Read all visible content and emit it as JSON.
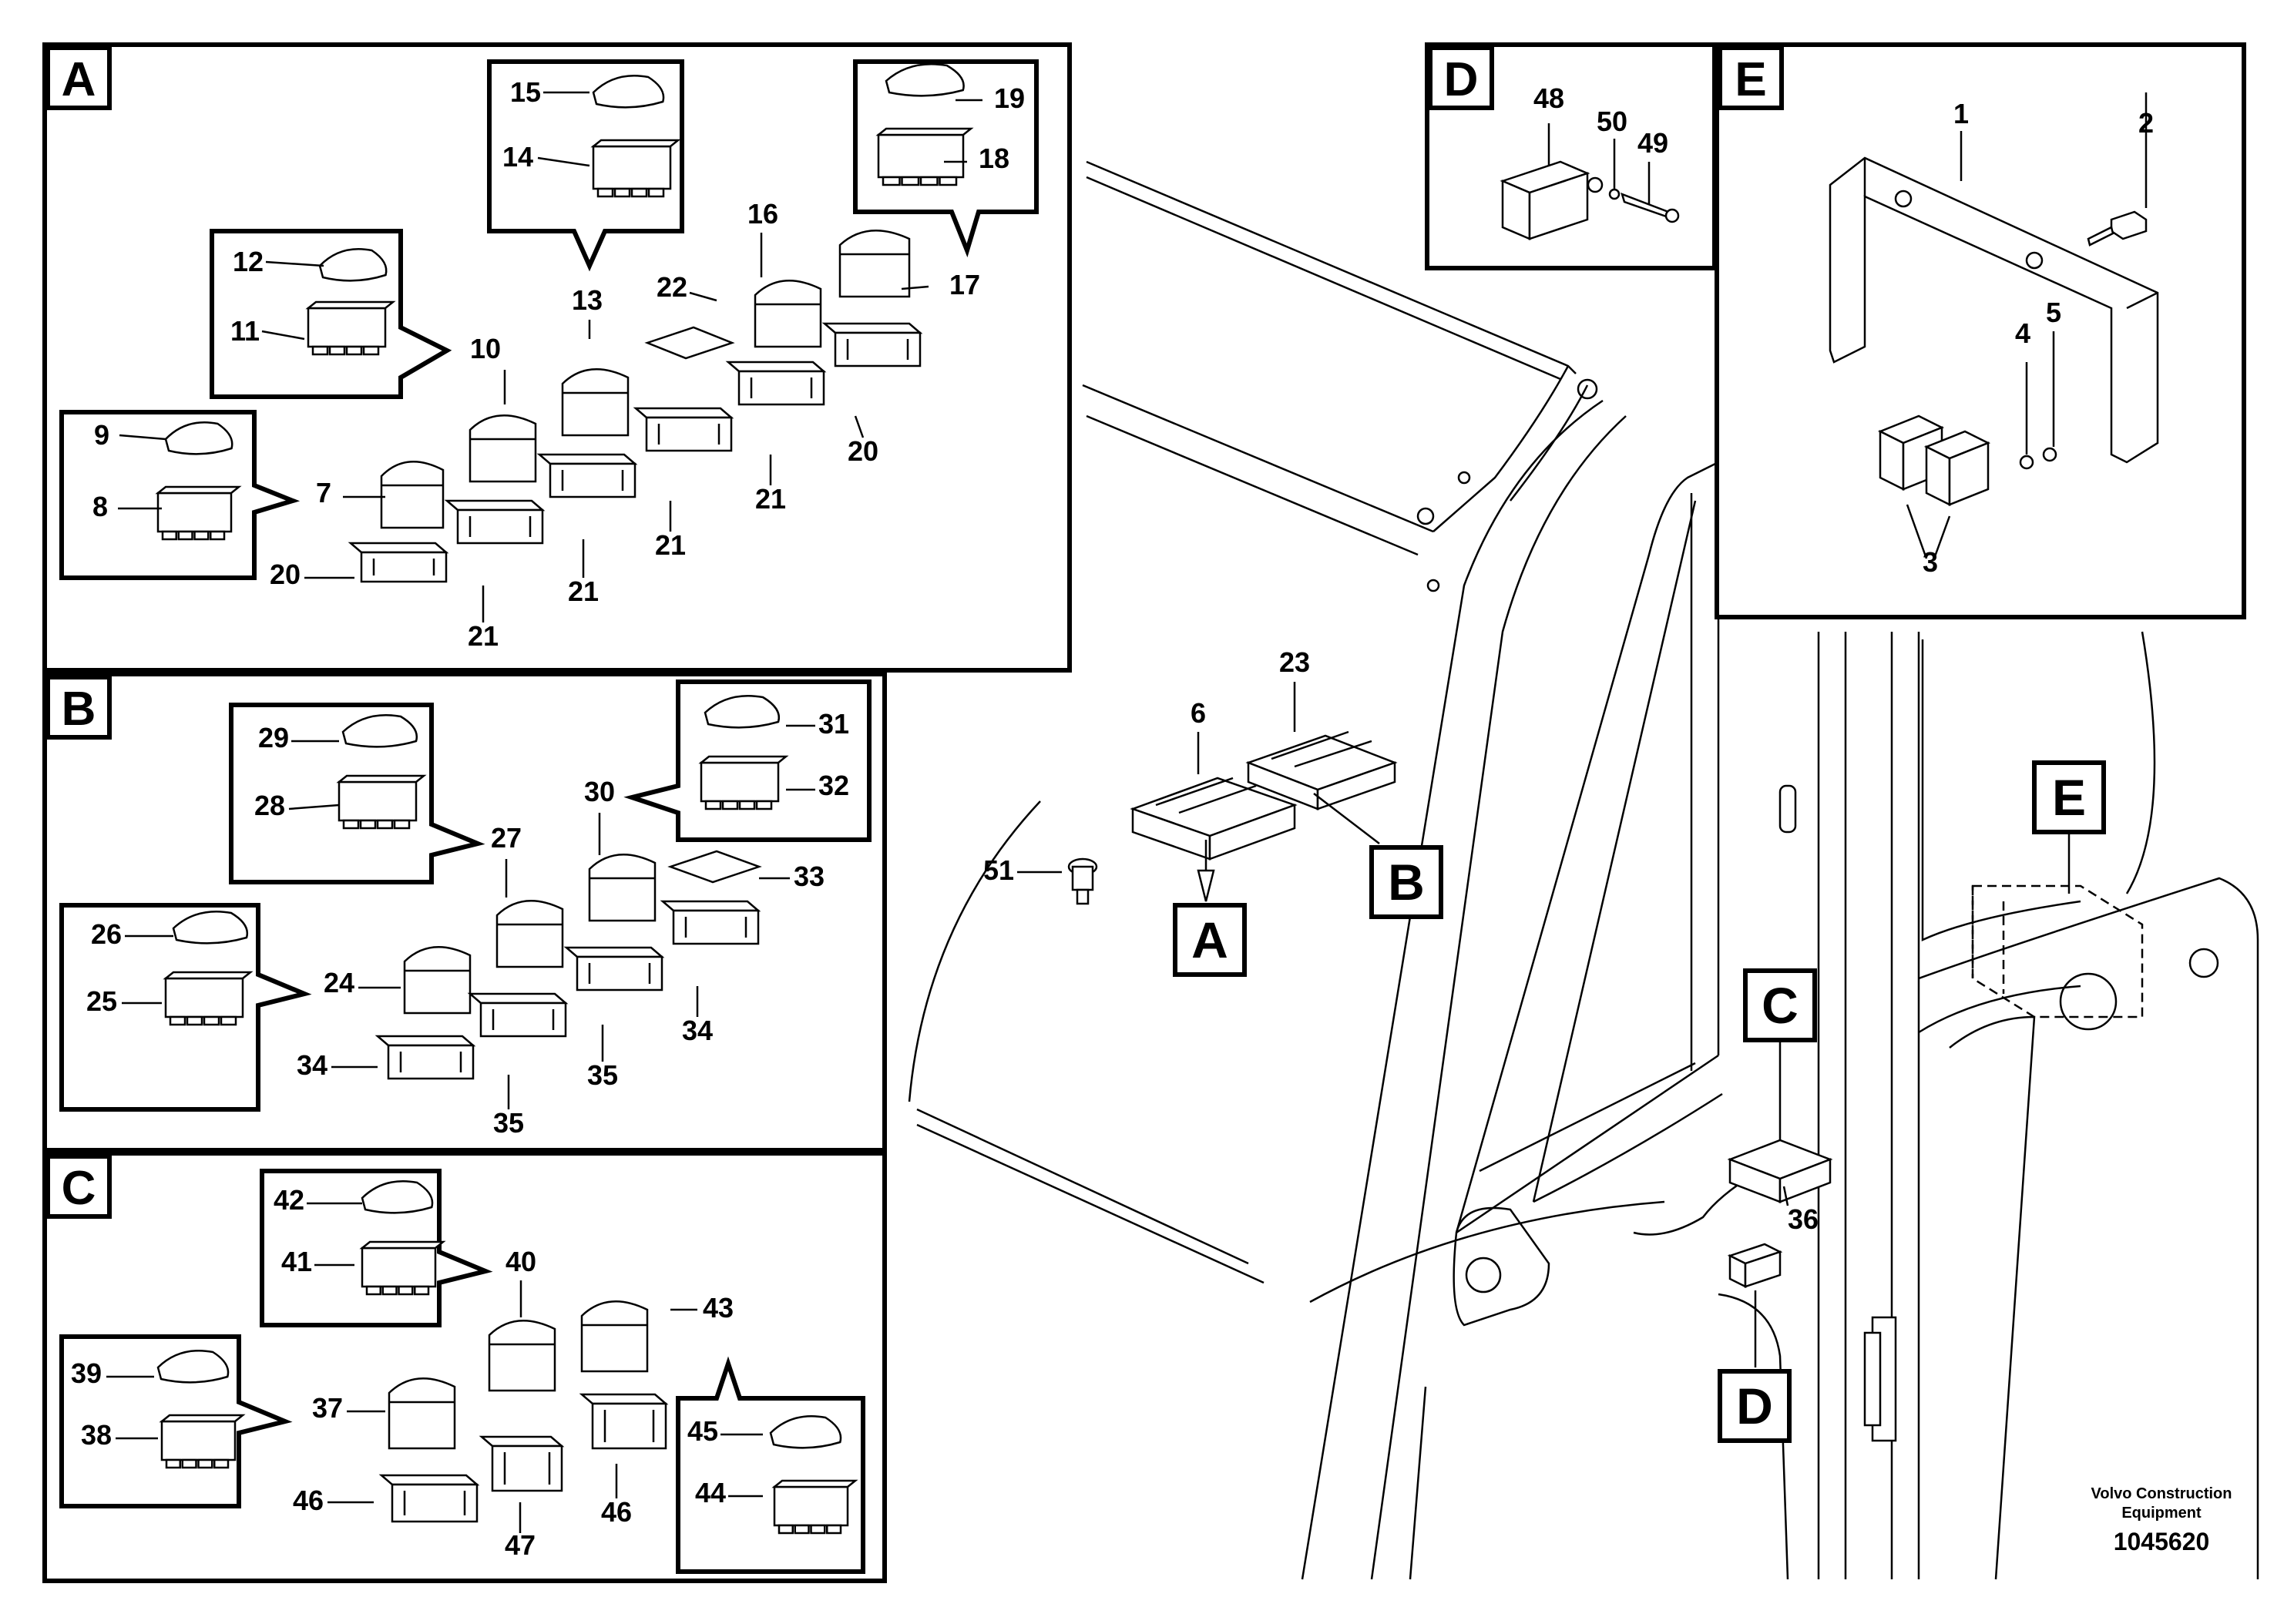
{
  "sections": {
    "A": "A",
    "B": "B",
    "C": "C",
    "D": "D",
    "E": "E"
  },
  "callouts": {
    "A": "A",
    "B": "B",
    "C": "C",
    "D": "D",
    "E": "E"
  },
  "labels": {
    "A": [
      "15",
      "14",
      "19",
      "18",
      "12",
      "11",
      "13",
      "16",
      "17",
      "22",
      "10",
      "9",
      "8",
      "7",
      "20",
      "21",
      "21",
      "21",
      "21",
      "20"
    ],
    "B": [
      "29",
      "28",
      "31",
      "32",
      "30",
      "27",
      "33",
      "26",
      "25",
      "24",
      "34",
      "35",
      "35",
      "34"
    ],
    "C": [
      "42",
      "41",
      "40",
      "43",
      "39",
      "38",
      "37",
      "45",
      "44",
      "46",
      "47",
      "46"
    ],
    "D": [
      "48",
      "50",
      "49"
    ],
    "E": [
      "1",
      "2",
      "4",
      "5",
      "3"
    ],
    "main": [
      "6",
      "23",
      "51",
      "36"
    ]
  },
  "footer": {
    "line1": "Volvo Construction",
    "line2": "Equipment",
    "doc_id": "1045620"
  }
}
